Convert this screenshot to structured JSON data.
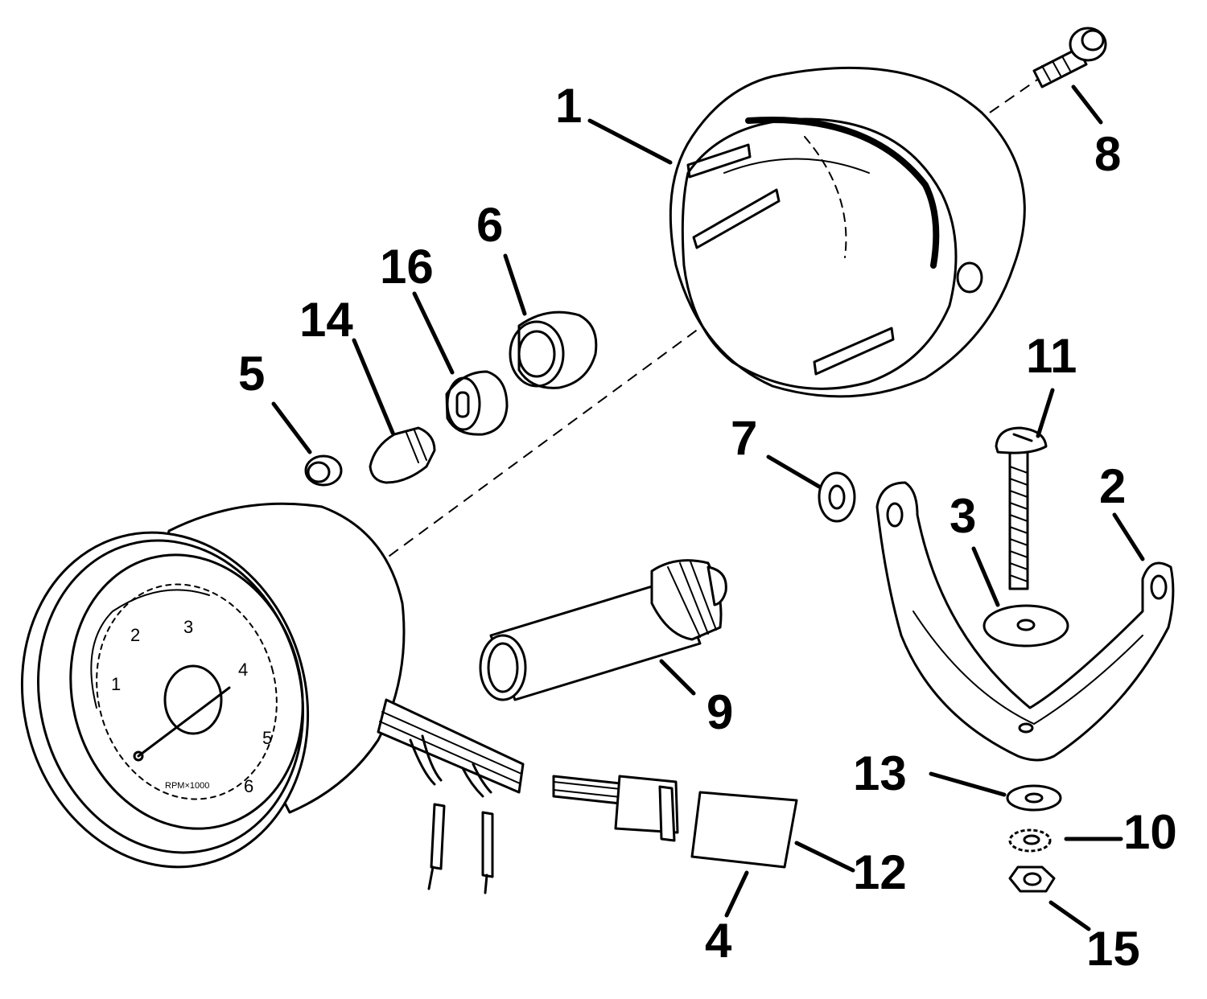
{
  "diagram": {
    "callouts": {
      "c1": "1",
      "c2": "2",
      "c3": "3",
      "c4": "4",
      "c5": "5",
      "c6": "6",
      "c7": "7",
      "c8": "8",
      "c9": "9",
      "c10": "10",
      "c11": "11",
      "c12": "12",
      "c13": "13",
      "c14": "14",
      "c15": "15",
      "c16": "16"
    },
    "dial": {
      "n1": "1",
      "n2": "2",
      "n3": "3",
      "n4": "4",
      "n5": "5",
      "n6": "6",
      "label": "RPM×1000"
    }
  }
}
